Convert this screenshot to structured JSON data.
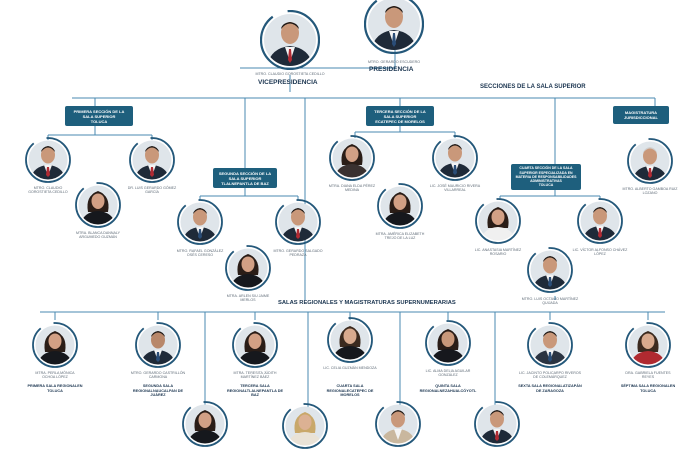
{
  "colors": {
    "navy": "#1b3550",
    "teal": "#1e5f7d",
    "line": "#4a8ab0",
    "ring": "#24587a"
  },
  "presidencia": {
    "name": "MTRO. GERARDO ESCUDERO",
    "role": "PRESIDENCIA"
  },
  "vicepresidencia": {
    "name": "MTRO. CLAUDIO GOROSTIETA CEDILLO",
    "role": "VICEPRESIDENCIA"
  },
  "secciones_title": "SECCIONES DE LA SALA SUPERIOR",
  "boxes": {
    "primera": [
      "PRIMERA SECCIÓN DE LA",
      "SALA SUPERIOR",
      "TOLUCA"
    ],
    "segunda": [
      "SEGUNDA SECCIÓN DE LA",
      "SALA SUPERIOR",
      "TLALNEPANTLA DE BAZ"
    ],
    "tercera": [
      "TERCERA SECCIÓN DE LA",
      "SALA SUPERIOR",
      "ECATEPEC DE MORELOS"
    ],
    "cuarta": [
      "CUARTA SECCIÓN DE LA SALA",
      "SUPERIOR ESPECIALIZADA EN",
      "MATERIA DE RESPONSABILIDADES",
      "ADMINISTRATIVAS",
      "TOLUCA"
    ],
    "magistratura": [
      "MAGISTRATURA",
      "JURISDICCIONAL"
    ]
  },
  "magistrados": [
    {
      "name": "MTRO. CLAUDIO GOROSTIETA CEDILLO"
    },
    {
      "name": "DR. LUIS GERARDO GÓMEZ GARCÍA"
    },
    {
      "name": "MTRA. BLANCA DANNALY ARGUMEDO GUZMÁN"
    },
    {
      "name": "MTRO. RAFAEL GONZÁLEZ OSÉS CERESO"
    },
    {
      "name": "MTRO. GERARDO SALGADO PEDRAZA"
    },
    {
      "name": "MTRA. ARLEN SIU JAIME MERLOS"
    },
    {
      "name": "MTRA. DIANA ELDA PÉREZ MEDINA"
    },
    {
      "name": "LIC. JOSÉ MAURICIO RIVERA VILLARREAL"
    },
    {
      "name": "MTRA. AMÉRICA ELIZABETH TREJO DE LA LUZ"
    },
    {
      "name": "LIC. ANASTASIA MARTÍNEZ ROSARIO"
    },
    {
      "name": "LIC. VÍCTOR ALFONSO CHÁVEZ LÓPEZ"
    },
    {
      "name": "MTRO. LUIS OCTAVIO MARTÍNEZ QUIJADA"
    },
    {
      "name": "MTRO. ALBERTO GAMBOA RUIZ LOZANO"
    }
  ],
  "salas_title": "SALAS REGIONALES Y MAGISTRATURAS SUPERNUMERARIAS",
  "salas": [
    {
      "name": "MTRA. PERLA MÓNICA OCHOA LÓPEZ",
      "sala": [
        "PRIMERA SALA REGIONAL",
        "EN TOLUCA"
      ]
    },
    {
      "name": "MTRO. GERARDO CASTRILLÓN CARMONA",
      "sala": [
        "SEGUNDA SALA REGIONAL",
        "NAUCALPAN DE JUÁREZ"
      ]
    },
    {
      "name": "MTRA. TERESITA JÚDITH MARTÍNEZ BÁEZ",
      "sala": [
        "TERCERA SALA REGIONAL",
        "TLALNEPANTLA DE BAZ"
      ]
    },
    {
      "name": "LIC. CELIA GUZMÁN MENDOZA",
      "sala": [
        "CUARTA SALA REGIONAL",
        "ECATEPEC DE MORELOS"
      ]
    },
    {
      "name": "LIC. ALMA DELIA AGUILAR GONZÁLEZ",
      "sala": [
        "QUINTA SALA REGIONAL",
        "NEZAHUALCÓYOTL"
      ]
    },
    {
      "name": "LIC. JACINTO POLICARPO RIVEROS DE COLEMÁRQUEZ",
      "sala": [
        "SEXTA SALA REGIONAL",
        "ATIZAPÁN DE ZARAGOZA"
      ]
    },
    {
      "name": "DRA. GABRIELA FUENTES REYES",
      "sala": [
        "SÉPTIMA SALA REGIONAL",
        "EN TOLUCA"
      ]
    }
  ]
}
